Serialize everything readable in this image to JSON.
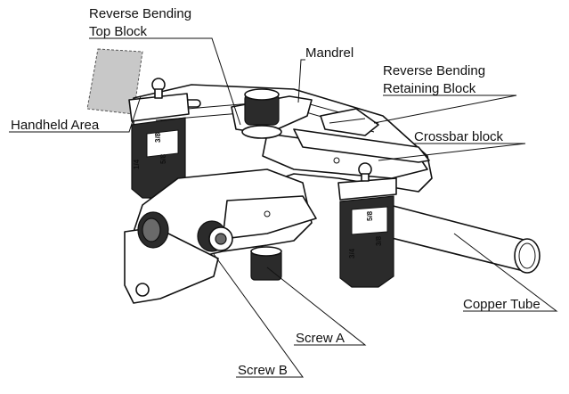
{
  "labels": {
    "reverse_bending_top_block": [
      "Reverse Bending",
      "Top Block"
    ],
    "mandrel": "Mandrel",
    "reverse_bending_retaining_block": [
      "Reverse Bending",
      "Retaining Block"
    ],
    "handheld_area": "Handheld Area",
    "crossbar_block": "Crossbar block",
    "copper_tube": "Copper Tube",
    "screw_a": "Screw A",
    "screw_b": "Screw B"
  },
  "die_markings": {
    "left_die": [
      "3/8",
      "5/8",
      "1/4"
    ],
    "right_die": [
      "5/8",
      "3/8",
      "3/4"
    ]
  },
  "colors": {
    "line": "#111111",
    "handheld_shade": "#c8c8c8",
    "die_dark": "#2b2b2b",
    "background": "#ffffff"
  }
}
